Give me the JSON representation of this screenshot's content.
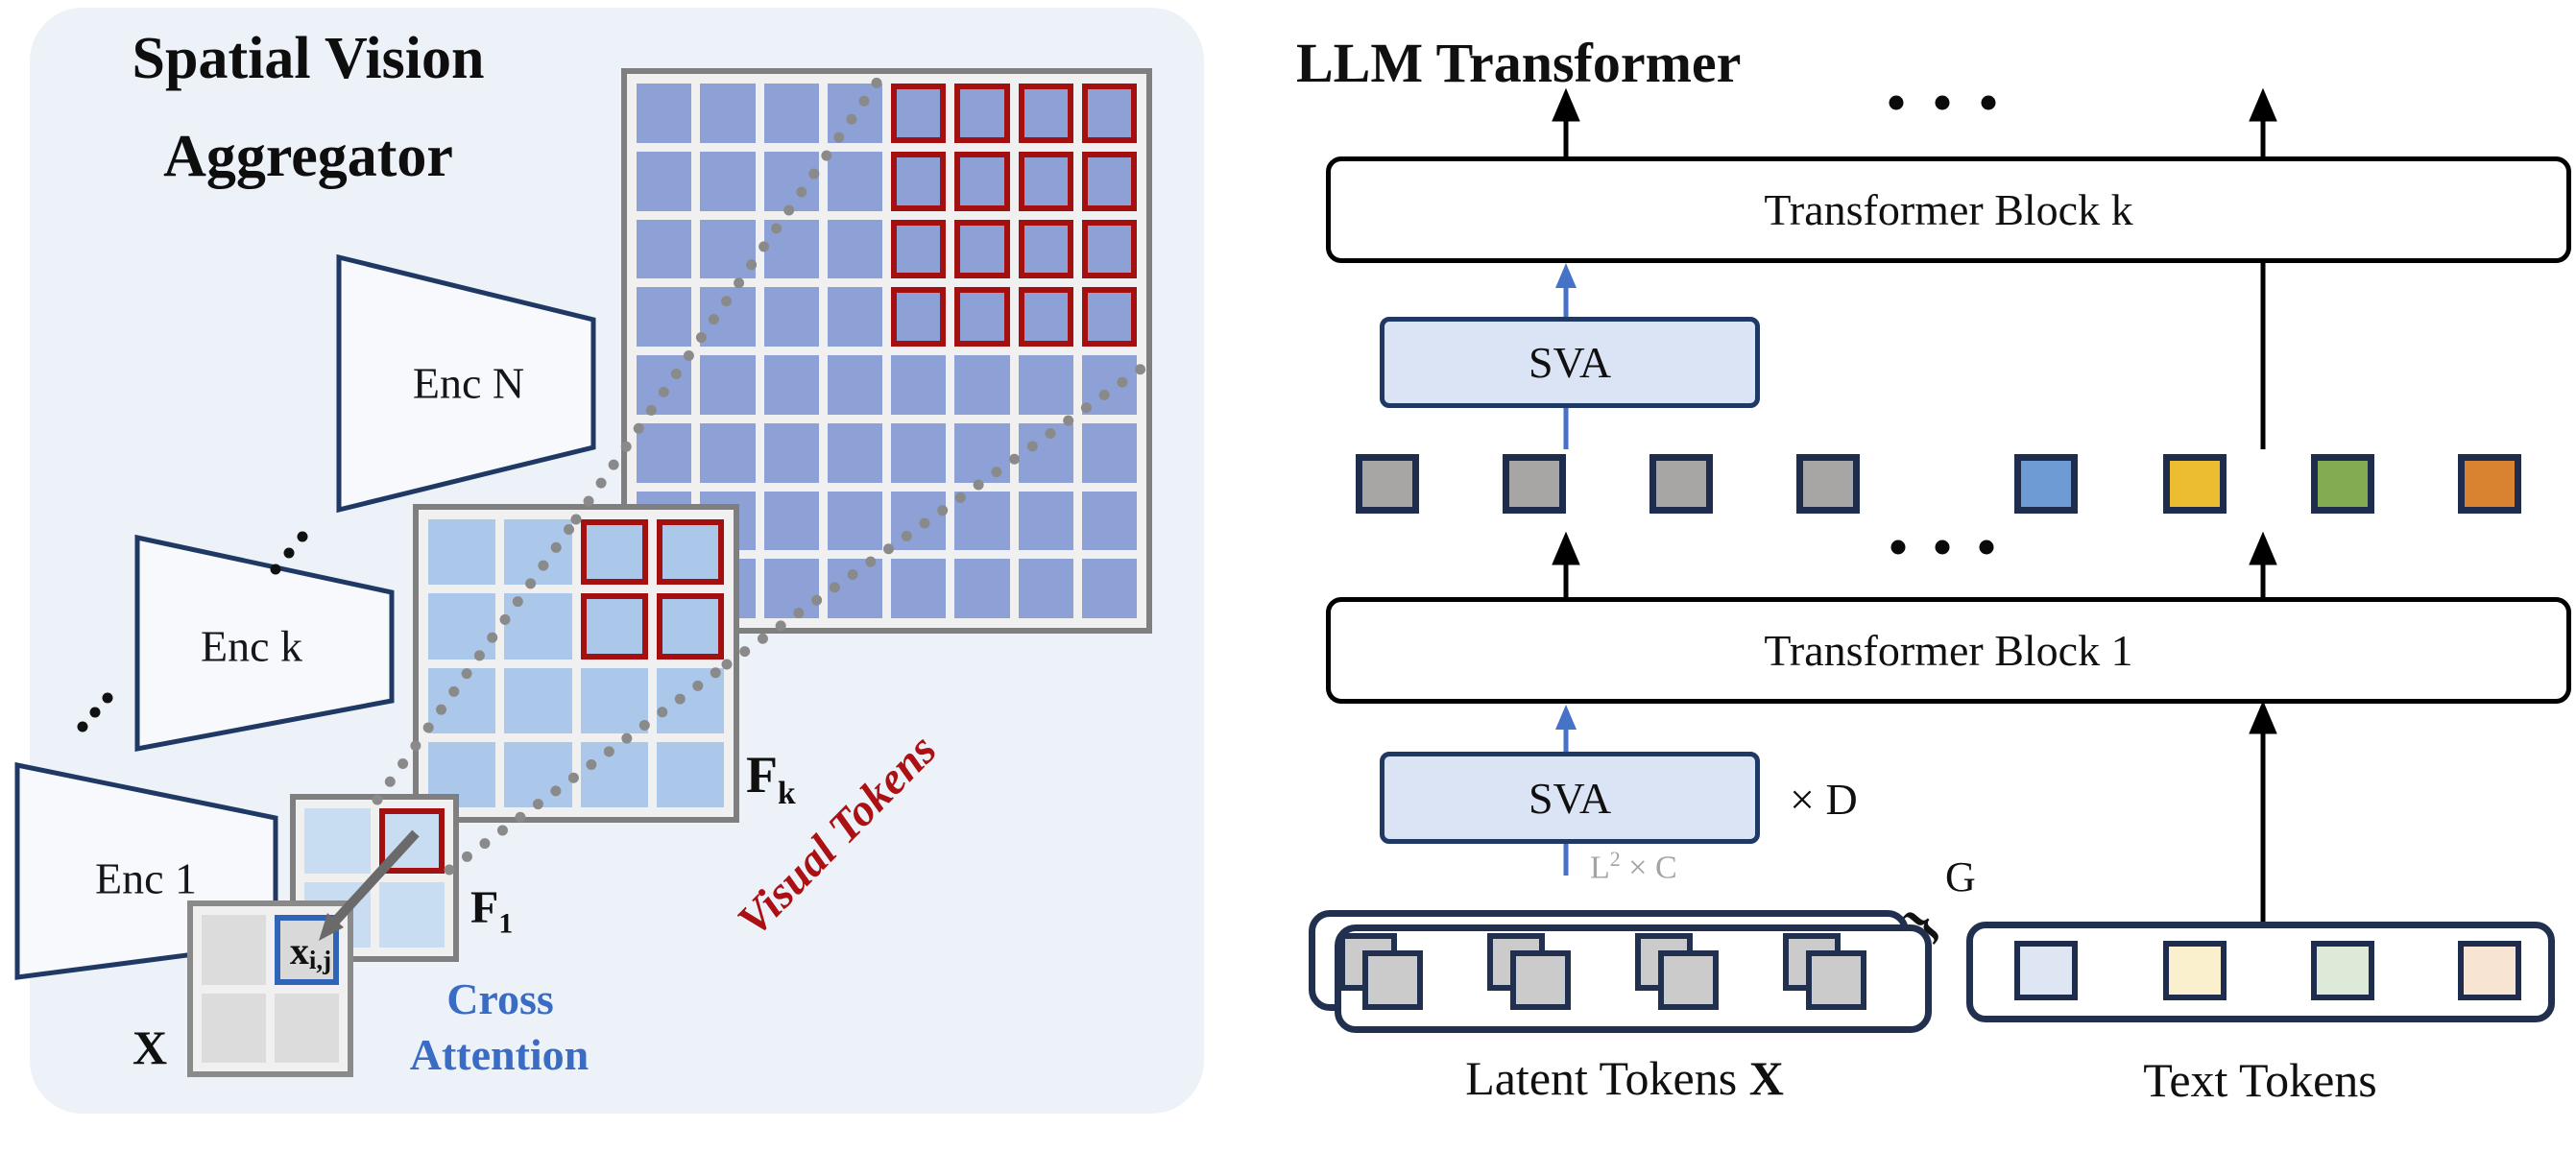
{
  "colors": {
    "panel_bg": "#edf2f9",
    "navy": "#1f3864",
    "dark_navy": "#1e2c4e",
    "latent_box_border": "#22304f",
    "blue_accent": "#4672c8",
    "cross_attention_blue": "#3a6cc4",
    "visual_tokens_red": "#ab1113",
    "red_border": "#a40f0f",
    "grid_border_gray": "#7f7f7f",
    "x_grid_border_gray": "#8a8a8a",
    "grid_bg": "#f0f0f0",
    "dot_gray": "#8a8a8a",
    "arrow_gray": "#6a6a6a",
    "cell_blue_large": "#8da1d6",
    "cell_blue_fk": "#abc7e9",
    "cell_blue_f1": "#c8dcf2",
    "cell_gray": "#dcdcdc",
    "xij_blue": "#2f64b7",
    "sva_fill": "#dbe4f4",
    "encoder_fill": "#f8f9fc",
    "latent_sq_gray": "#cbcbcb",
    "token_gray": "#a8a5a5",
    "token_blue": "#6f9bd4",
    "token_yellow": "#edbd31",
    "token_green": "#83ab51",
    "token_orange": "#d9822f",
    "text_token_blue": "#dee6f4",
    "text_token_yellow": "#faf0cd",
    "text_token_green": "#dcead7",
    "text_token_peach": "#f8e4d2"
  },
  "icons": {
    "ellipsis_horizontal": "three-black-dots",
    "ellipsis_diagonal": "three-black-dots-diagonal",
    "group_brace": "curly-brace-rotated"
  },
  "left_panel": {
    "title": {
      "line1": "Spatial Vision",
      "line2": "Aggregator"
    },
    "encoders": [
      {
        "label": "Enc N"
      },
      {
        "label": "Enc k"
      },
      {
        "label": "Enc 1"
      }
    ],
    "grid_labels": {
      "fk_base": "F",
      "fk_sub": "k",
      "f1_base": "F",
      "f1_sub": "1",
      "x_label": "X",
      "xij_base": "x",
      "xij_sub": "i,j"
    },
    "annotations": {
      "cross_attention_line1": "Cross",
      "cross_attention_line2": "Attention",
      "visual_tokens": "Visual Tokens"
    }
  },
  "right_panel": {
    "title": "LLM Transformer",
    "blocks": [
      {
        "label": "Transformer Block k"
      },
      {
        "label": "Transformer Block 1"
      }
    ],
    "sva_top": "SVA",
    "sva_bottom": "SVA",
    "sva_multiplier": "× D",
    "latent_dim": {
      "base": "L",
      "sup": "2",
      "rest": " × C"
    },
    "group_label": "G",
    "input_tokens": [
      "gray",
      "gray",
      "gray",
      "gray",
      "blue",
      "yellow",
      "green",
      "orange"
    ],
    "latent_group_count": 4,
    "text_tokens": [
      "blue",
      "yellow",
      "green",
      "peach"
    ],
    "labels": {
      "latent": "Latent Tokens",
      "latent_symbol": "X",
      "text": "Text Tokens"
    }
  }
}
